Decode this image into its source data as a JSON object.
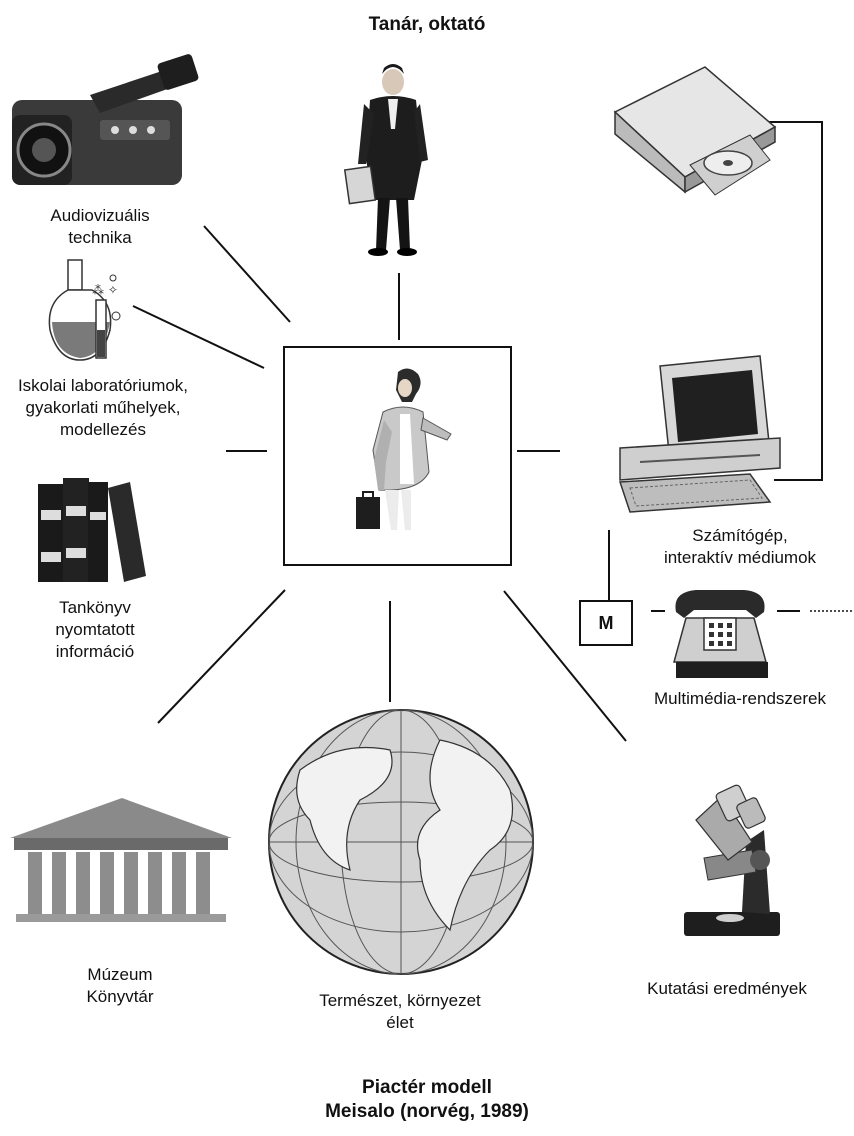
{
  "top_title": "Tanár, oktató",
  "center_box": {
    "label": ""
  },
  "labels": {
    "av": [
      "Audiovizuális",
      "technika"
    ],
    "lab": [
      "Iskolai laboratóriumok,",
      "gyakorlati műhelyek,",
      "modellezés"
    ],
    "book": [
      "Tankönyv",
      "nyomtatott",
      "információ"
    ],
    "museum": [
      "Múzeum",
      "Könyvtár"
    ],
    "nature": [
      "Természet, környezet",
      "élet"
    ],
    "research": [
      "Kutatási eredmények"
    ],
    "computer": [
      "Számítógép,",
      "interaktív médiumok"
    ],
    "multimedia": [
      "Multimédia-rendszerek"
    ]
  },
  "m_box": "M",
  "footer": [
    "Piactér modell",
    "Meisalo (norvég, 1989)"
  ],
  "icons": [
    "camcorder-icon",
    "teacher-icon",
    "cd-drive-icon",
    "lab-flask-icon",
    "computer-icon",
    "books-icon",
    "telephone-icon",
    "museum-icon",
    "globe-icon",
    "microscope-icon",
    "student-icon"
  ]
}
